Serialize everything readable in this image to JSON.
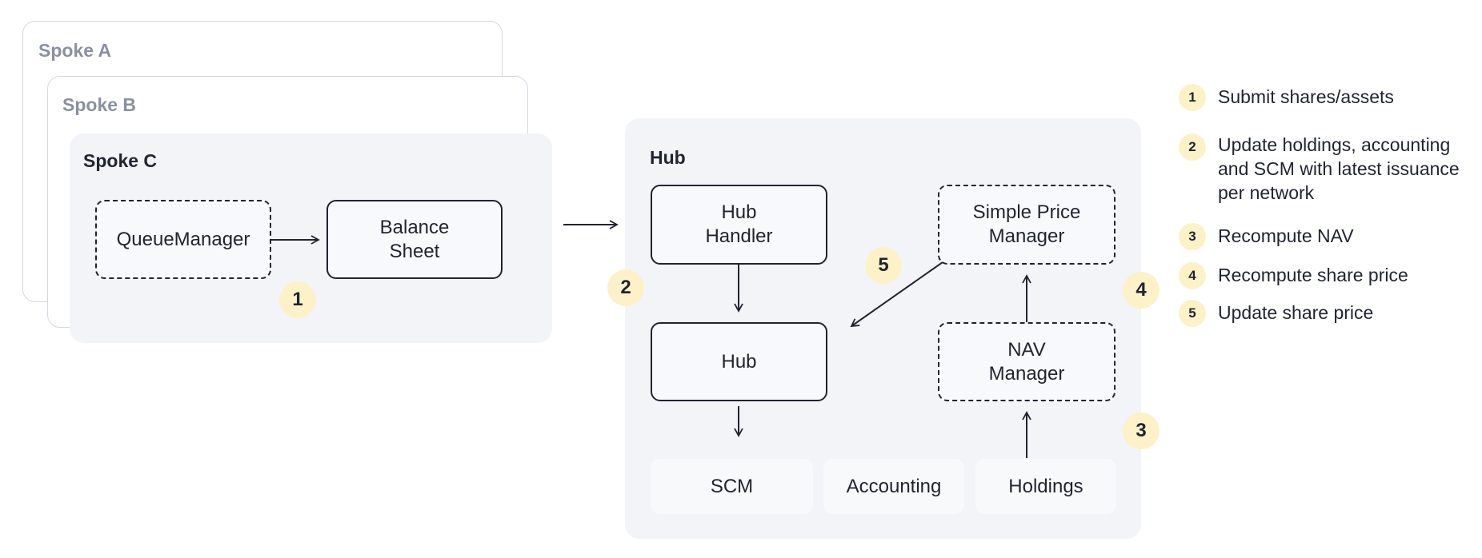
{
  "spokes": [
    {
      "title": "Spoke A"
    },
    {
      "title": "Spoke B"
    },
    {
      "title": "Spoke C"
    }
  ],
  "spoke_c": {
    "queue_manager": "QueueManager",
    "balance_sheet": "Balance\nSheet"
  },
  "hub": {
    "title": "Hub",
    "hub_handler": "Hub\nHandler",
    "hub_node": "Hub",
    "simple_price_manager": "Simple Price\nManager",
    "nav_manager": "NAV\nManager",
    "scm": "SCM",
    "accounting": "Accounting",
    "holdings": "Holdings"
  },
  "badges": [
    "1",
    "2",
    "3",
    "4",
    "5"
  ],
  "legend": [
    {
      "num": "1",
      "text": "Submit shares/assets"
    },
    {
      "num": "2",
      "text": "Update holdings, accounting\nand SCM with latest issuance\nper network"
    },
    {
      "num": "3",
      "text": "Recompute NAV"
    },
    {
      "num": "4",
      "text": "Recompute share price"
    },
    {
      "num": "5",
      "text": "Update share price"
    }
  ],
  "colors": {
    "badge_fill": "#fdf1c8",
    "panel_fill": "#f3f4f8",
    "frame_border": "#d3d7e3",
    "ink": "#1f2430",
    "muted_title": "#8a90a3"
  }
}
